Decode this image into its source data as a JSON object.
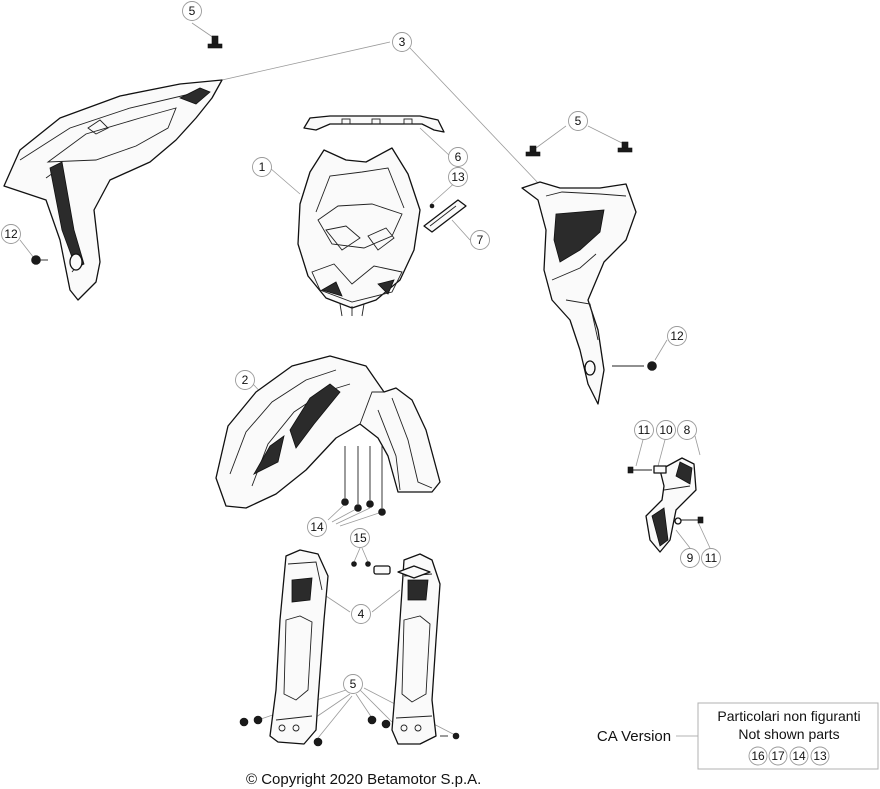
{
  "callouts": {
    "c5_top": "5",
    "c3": "3",
    "c5_right": "5",
    "c1": "1",
    "c6": "6",
    "c13": "13",
    "c7": "7",
    "c12_left": "12",
    "c12_right": "12",
    "c2": "2",
    "c11_top": "11",
    "c10": "10",
    "c8": "8",
    "c9": "9",
    "c11_bottom": "11",
    "c14": "14",
    "c15": "15",
    "c4": "4",
    "c5_bottom": "5"
  },
  "version_label": "CA Version",
  "not_shown": {
    "title_it": "Particolari non figuranti",
    "title_en": "Not shown parts",
    "items": [
      "16",
      "17",
      "14",
      "13"
    ]
  },
  "copyright": "© Copyright 2020 Betamotor S.p.A."
}
